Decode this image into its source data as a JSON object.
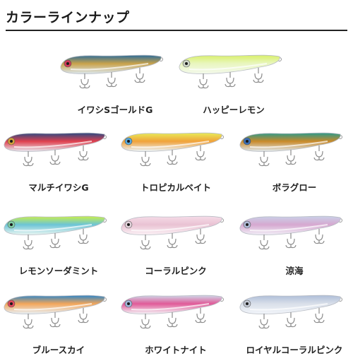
{
  "header": {
    "title": "カラーラインナップ"
  },
  "colors": [
    {
      "name": "イワシSゴールドG",
      "body": "#dbe7ef",
      "back": "#2d6d9a",
      "accent": "#c9a24a",
      "eye": "#d23b5a"
    },
    {
      "name": "ハッピーレモン",
      "body": "#f3f9ec",
      "back": "#d9f06a",
      "accent": "#e9f6c0",
      "eye": "#cfd8c8"
    },
    {
      "name": "マルチイワシG",
      "body": "#e6e9f1",
      "back": "#2b4a82",
      "accent": "#e0404e",
      "eye": "#d4a03a"
    },
    {
      "name": "トロピカルベイト",
      "body": "#eaf4fb",
      "back": "#e8ec58",
      "accent": "#f1a23a",
      "eye": "#57a9dd"
    },
    {
      "name": "ボラグロー",
      "body": "#dfe9f0",
      "back": "#2b9a8a",
      "accent": "#c98a2a",
      "eye": "#3b6fb5"
    },
    {
      "name": "レモンソーダミント",
      "body": "#eaf6f2",
      "back": "#c8ee4a",
      "accent": "#6cc4d6",
      "eye": "#7fcfa8"
    },
    {
      "name": "コーラルピンク",
      "body": "#fbf1f5",
      "back": "#f6dce8",
      "accent": "#e9c2d3",
      "eye": "#e2d2da"
    },
    {
      "name": "涼海",
      "body": "#f1eef7",
      "back": "#c9d0e8",
      "accent": "#d6a8d0",
      "eye": "#b1bbd8"
    },
    {
      "name": "ブルースカイ",
      "body": "#e8f1f8",
      "back": "#2f86c7",
      "accent": "#f3a65a",
      "eye": "#e24a5c"
    },
    {
      "name": "ホワイトナイト",
      "body": "#f4f4f7",
      "back": "#cfd6e8",
      "accent": "#e05a98",
      "eye": "#9fb6d8"
    },
    {
      "name": "ロイヤルコーラルピンク",
      "body": "#f2f5fa",
      "back": "#aebed8",
      "accent": "#d9dfe9",
      "eye": "#c4cad6"
    }
  ]
}
